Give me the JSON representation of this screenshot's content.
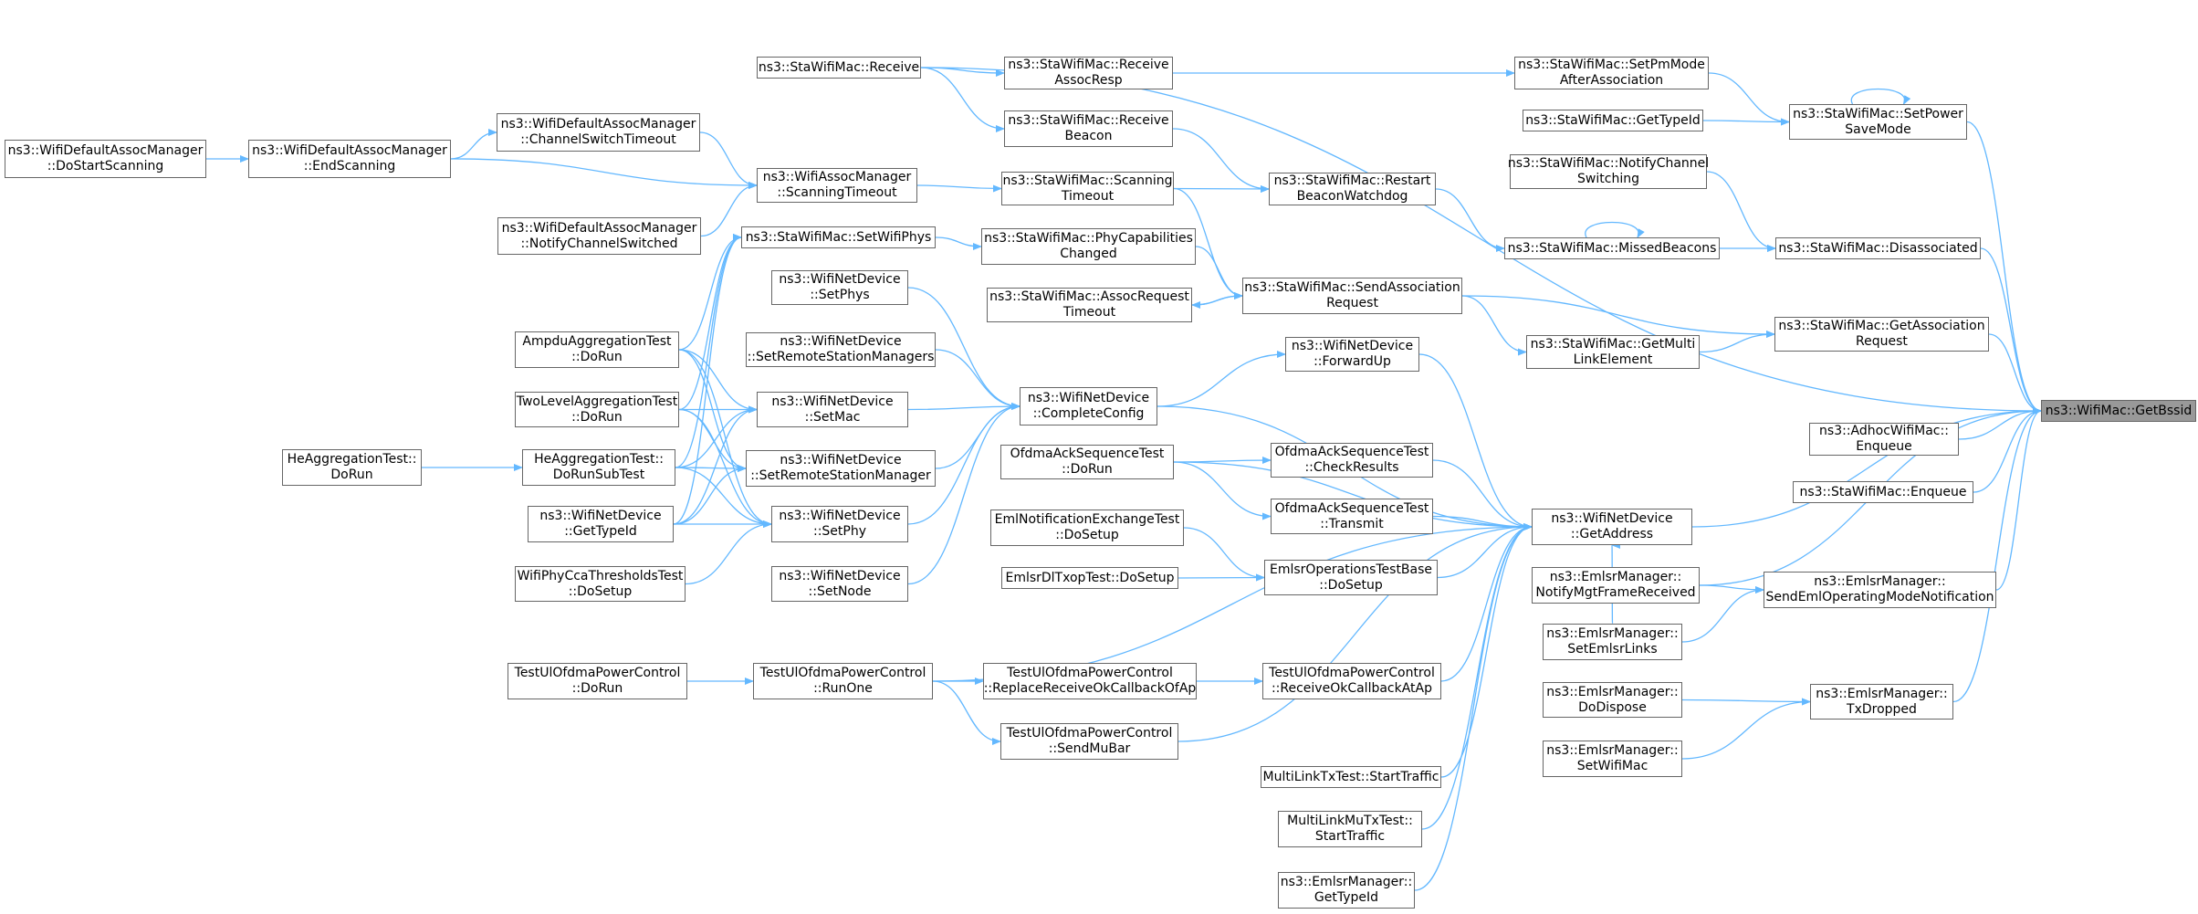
{
  "colors": {
    "edge": "#63b8ff",
    "border": "#666666",
    "focus_fill": "#999999",
    "text": "#000000"
  },
  "nodes": [
    {
      "id": "getbssid",
      "label": "ns3::WifiMac::GetBssid",
      "focus": true
    },
    {
      "id": "sta_receive",
      "label": "ns3::StaWifiMac::Receive"
    },
    {
      "id": "recv_assocresp",
      "label": "ns3::StaWifiMac::Receive\nAssocResp"
    },
    {
      "id": "setpm_after",
      "label": "ns3::StaWifiMac::SetPmMode\nAfterAssociation"
    },
    {
      "id": "gettypeid_sta",
      "label": "ns3::StaWifiMac::GetTypeId"
    },
    {
      "id": "setpowersave",
      "label": "ns3::StaWifiMac::SetPower\nSaveMode"
    },
    {
      "id": "recv_beacon",
      "label": "ns3::StaWifiMac::Receive\nBeacon"
    },
    {
      "id": "notify_chsw",
      "label": "ns3::StaWifiMac::NotifyChannel\nSwitching"
    },
    {
      "id": "restart_bw",
      "label": "ns3::StaWifiMac::Restart\nBeaconWatchdog"
    },
    {
      "id": "scan_timeout_sta",
      "label": "ns3::StaWifiMac::Scanning\nTimeout"
    },
    {
      "id": "wdam_dostart",
      "label": "ns3::WifiDefaultAssocManager\n::DoStartScanning"
    },
    {
      "id": "wdam_endscan",
      "label": "ns3::WifiDefaultAssocManager\n::EndScanning"
    },
    {
      "id": "wdam_chswto",
      "label": "ns3::WifiDefaultAssocManager\n::ChannelSwitchTimeout"
    },
    {
      "id": "wam_scanto",
      "label": "ns3::WifiAssocManager\n::ScanningTimeout"
    },
    {
      "id": "wdam_notifych",
      "label": "ns3::WifiDefaultAssocManager\n::NotifyChannelSwitched"
    },
    {
      "id": "missed_beacons",
      "label": "ns3::StaWifiMac::MissedBeacons"
    },
    {
      "id": "disassociated",
      "label": "ns3::StaWifiMac::Disassociated"
    },
    {
      "id": "setwifiphys",
      "label": "ns3::StaWifiMac::SetWifiPhys"
    },
    {
      "id": "phycap_changed",
      "label": "ns3::StaWifiMac::PhyCapabilities\nChanged"
    },
    {
      "id": "send_assocreq",
      "label": "ns3::StaWifiMac::SendAssociation\nRequest"
    },
    {
      "id": "assocreq_timeout",
      "label": "ns3::StaWifiMac::AssocRequest\nTimeout"
    },
    {
      "id": "get_assocreq",
      "label": "ns3::StaWifiMac::GetAssociation\nRequest"
    },
    {
      "id": "get_multilink",
      "label": "ns3::StaWifiMac::GetMulti\nLinkElement"
    },
    {
      "id": "nd_setphys",
      "label": "ns3::WifiNetDevice\n::SetPhys"
    },
    {
      "id": "nd_setrsm_plural",
      "label": "ns3::WifiNetDevice\n::SetRemoteStationManagers"
    },
    {
      "id": "nd_forwardup",
      "label": "ns3::WifiNetDevice\n::ForwardUp"
    },
    {
      "id": "ampdu_dorun",
      "label": "AmpduAggregationTest\n::DoRun"
    },
    {
      "id": "nd_completecfg",
      "label": "ns3::WifiNetDevice\n::CompleteConfig"
    },
    {
      "id": "adhoc_enqueue",
      "label": "ns3::AdhocWifiMac::\nEnqueue"
    },
    {
      "id": "twolevel_dorun",
      "label": "TwoLevelAggregationTest\n::DoRun"
    },
    {
      "id": "nd_setmac",
      "label": "ns3::WifiNetDevice\n::SetMac"
    },
    {
      "id": "ofdma_ack_dorun",
      "label": "OfdmaAckSequenceTest\n::DoRun"
    },
    {
      "id": "ofdma_ack_check",
      "label": "OfdmaAckSequenceTest\n::CheckResults"
    },
    {
      "id": "sta_enqueue",
      "label": "ns3::StaWifiMac::Enqueue"
    },
    {
      "id": "heagg_dorun",
      "label": "HeAggregationTest::\nDoRun"
    },
    {
      "id": "heagg_subtest",
      "label": "HeAggregationTest::\nDoRunSubTest"
    },
    {
      "id": "nd_setrsm",
      "label": "ns3::WifiNetDevice\n::SetRemoteStationManager"
    },
    {
      "id": "nd_gettypeid",
      "label": "ns3::WifiNetDevice\n::GetTypeId"
    },
    {
      "id": "nd_setphy",
      "label": "ns3::WifiNetDevice\n::SetPhy"
    },
    {
      "id": "ofdma_ack_tx",
      "label": "OfdmaAckSequenceTest\n::Transmit"
    },
    {
      "id": "nd_getaddress",
      "label": "ns3::WifiNetDevice\n::GetAddress"
    },
    {
      "id": "eml_notif_setup",
      "label": "EmlNotificationExchangeTest\n::DoSetup"
    },
    {
      "id": "emlsr_ops_setup",
      "label": "EmlsrOperationsTestBase\n::DoSetup"
    },
    {
      "id": "emlsr_dltxop",
      "label": "EmlsrDlTxopTest::DoSetup"
    },
    {
      "id": "emlsr_notify_mgt",
      "label": "ns3::EmlsrManager::\nNotifyMgtFrameReceived"
    },
    {
      "id": "emlsr_send_oms",
      "label": "ns3::EmlsrManager::\nSendEmlOperatingModeNotification"
    },
    {
      "id": "phycca_setup",
      "label": "WifiPhyCcaThresholdsTest\n::DoSetup"
    },
    {
      "id": "nd_setnode",
      "label": "ns3::WifiNetDevice\n::SetNode"
    },
    {
      "id": "emlsr_setlinks",
      "label": "ns3::EmlsrManager::\nSetEmlsrLinks"
    },
    {
      "id": "ulofdma_dorun",
      "label": "TestUlOfdmaPowerControl\n::DoRun"
    },
    {
      "id": "ulofdma_runone",
      "label": "TestUlOfdmaPowerControl\n::RunOne"
    },
    {
      "id": "ulofdma_replace",
      "label": "TestUlOfdmaPowerControl\n::ReplaceReceiveOkCallbackOfAp"
    },
    {
      "id": "ulofdma_recvok",
      "label": "TestUlOfdmaPowerControl\n::ReceiveOkCallbackAtAp"
    },
    {
      "id": "emlsr_dodispose",
      "label": "ns3::EmlsrManager::\nDoDispose"
    },
    {
      "id": "emlsr_txdropped",
      "label": "ns3::EmlsrManager::\nTxDropped"
    },
    {
      "id": "ulofdma_sendmubar",
      "label": "TestUlOfdmaPowerControl\n::SendMuBar"
    },
    {
      "id": "emlsr_setwifimac",
      "label": "ns3::EmlsrManager::\nSetWifiMac"
    },
    {
      "id": "mltx_start",
      "label": "MultiLinkTxTest::StartTraffic"
    },
    {
      "id": "mlmutx_start",
      "label": "MultiLinkMuTxTest::\nStartTraffic"
    },
    {
      "id": "emlsr_gettypeid",
      "label": "ns3::EmlsrManager::\nGetTypeId"
    }
  ],
  "edges": [
    [
      "sta_receive",
      "getbssid"
    ],
    [
      "sta_receive",
      "recv_assocresp"
    ],
    [
      "sta_receive",
      "recv_beacon"
    ],
    [
      "recv_assocresp",
      "setpm_after"
    ],
    [
      "setpm_after",
      "setpowersave"
    ],
    [
      "gettypeid_sta",
      "setpowersave"
    ],
    [
      "setpowersave",
      "setpowersave"
    ],
    [
      "setpowersave",
      "getbssid"
    ],
    [
      "recv_beacon",
      "restart_bw"
    ],
    [
      "scan_timeout_sta",
      "restart_bw"
    ],
    [
      "restart_bw",
      "missed_beacons"
    ],
    [
      "missed_beacons",
      "missed_beacons"
    ],
    [
      "missed_beacons",
      "disassociated"
    ],
    [
      "notify_chsw",
      "disassociated"
    ],
    [
      "disassociated",
      "getbssid"
    ],
    [
      "wdam_dostart",
      "wdam_endscan"
    ],
    [
      "wdam_endscan",
      "wdam_chswto"
    ],
    [
      "wdam_endscan",
      "wam_scanto"
    ],
    [
      "wdam_chswto",
      "wam_scanto"
    ],
    [
      "wdam_notifych",
      "wam_scanto"
    ],
    [
      "wam_scanto",
      "scan_timeout_sta"
    ],
    [
      "scan_timeout_sta",
      "send_assocreq"
    ],
    [
      "setwifiphys",
      "phycap_changed"
    ],
    [
      "phycap_changed",
      "send_assocreq"
    ],
    [
      "send_assocreq",
      "assocreq_timeout"
    ],
    [
      "assocreq_timeout",
      "send_assocreq"
    ],
    [
      "send_assocreq",
      "get_assocreq"
    ],
    [
      "send_assocreq",
      "get_multilink"
    ],
    [
      "get_multilink",
      "get_assocreq"
    ],
    [
      "get_assocreq",
      "getbssid"
    ],
    [
      "ampdu_dorun",
      "setwifiphys"
    ],
    [
      "twolevel_dorun",
      "setwifiphys"
    ],
    [
      "heagg_subtest",
      "setwifiphys"
    ],
    [
      "nd_gettypeid",
      "setwifiphys"
    ],
    [
      "ampdu_dorun",
      "nd_setmac"
    ],
    [
      "ampdu_dorun",
      "nd_setrsm"
    ],
    [
      "ampdu_dorun",
      "nd_setphy"
    ],
    [
      "twolevel_dorun",
      "nd_setmac"
    ],
    [
      "twolevel_dorun",
      "nd_setrsm"
    ],
    [
      "twolevel_dorun",
      "nd_setphy"
    ],
    [
      "heagg_dorun",
      "heagg_subtest"
    ],
    [
      "heagg_subtest",
      "nd_setmac"
    ],
    [
      "heagg_subtest",
      "nd_setrsm"
    ],
    [
      "heagg_subtest",
      "nd_setphy"
    ],
    [
      "nd_gettypeid",
      "nd_setmac"
    ],
    [
      "nd_gettypeid",
      "nd_setrsm"
    ],
    [
      "nd_gettypeid",
      "nd_setphy"
    ],
    [
      "phycca_setup",
      "nd_setphy"
    ],
    [
      "nd_setphys",
      "nd_completecfg"
    ],
    [
      "nd_setrsm_plural",
      "nd_completecfg"
    ],
    [
      "nd_setmac",
      "nd_completecfg"
    ],
    [
      "nd_setrsm",
      "nd_completecfg"
    ],
    [
      "nd_setphy",
      "nd_completecfg"
    ],
    [
      "nd_setnode",
      "nd_completecfg"
    ],
    [
      "nd_completecfg",
      "nd_forwardup"
    ],
    [
      "nd_completecfg",
      "nd_getaddress"
    ],
    [
      "nd_forwardup",
      "nd_getaddress"
    ],
    [
      "adhoc_enqueue",
      "getbssid"
    ],
    [
      "sta_enqueue",
      "getbssid"
    ],
    [
      "nd_getaddress",
      "getbssid"
    ],
    [
      "ofdma_ack_dorun",
      "ofdma_ack_check"
    ],
    [
      "ofdma_ack_dorun",
      "ofdma_ack_tx"
    ],
    [
      "ofdma_ack_dorun",
      "nd_getaddress"
    ],
    [
      "ofdma_ack_check",
      "nd_getaddress"
    ],
    [
      "ofdma_ack_tx",
      "nd_getaddress"
    ],
    [
      "eml_notif_setup",
      "emlsr_ops_setup"
    ],
    [
      "emlsr_dltxop",
      "emlsr_ops_setup"
    ],
    [
      "emlsr_ops_setup",
      "nd_getaddress"
    ],
    [
      "emlsr_notify_mgt",
      "getbssid"
    ],
    [
      "emlsr_notify_mgt",
      "emlsr_send_oms"
    ],
    [
      "emlsr_setlinks",
      "emlsr_send_oms"
    ],
    [
      "emlsr_send_oms",
      "getbssid"
    ],
    [
      "emlsr_setlinks",
      "nd_getaddress"
    ],
    [
      "emlsr_dodispose",
      "emlsr_txdropped"
    ],
    [
      "emlsr_setwifimac",
      "emlsr_txdropped"
    ],
    [
      "emlsr_txdropped",
      "getbssid"
    ],
    [
      "ulofdma_dorun",
      "ulofdma_runone"
    ],
    [
      "ulofdma_runone",
      "ulofdma_replace"
    ],
    [
      "ulofdma_runone",
      "ulofdma_sendmubar"
    ],
    [
      "ulofdma_runone",
      "nd_getaddress"
    ],
    [
      "ulofdma_replace",
      "ulofdma_recvok"
    ],
    [
      "ulofdma_recvok",
      "nd_getaddress"
    ],
    [
      "ulofdma_sendmubar",
      "nd_getaddress"
    ],
    [
      "mltx_start",
      "nd_getaddress"
    ],
    [
      "mlmutx_start",
      "nd_getaddress"
    ],
    [
      "emlsr_gettypeid",
      "nd_getaddress"
    ]
  ]
}
